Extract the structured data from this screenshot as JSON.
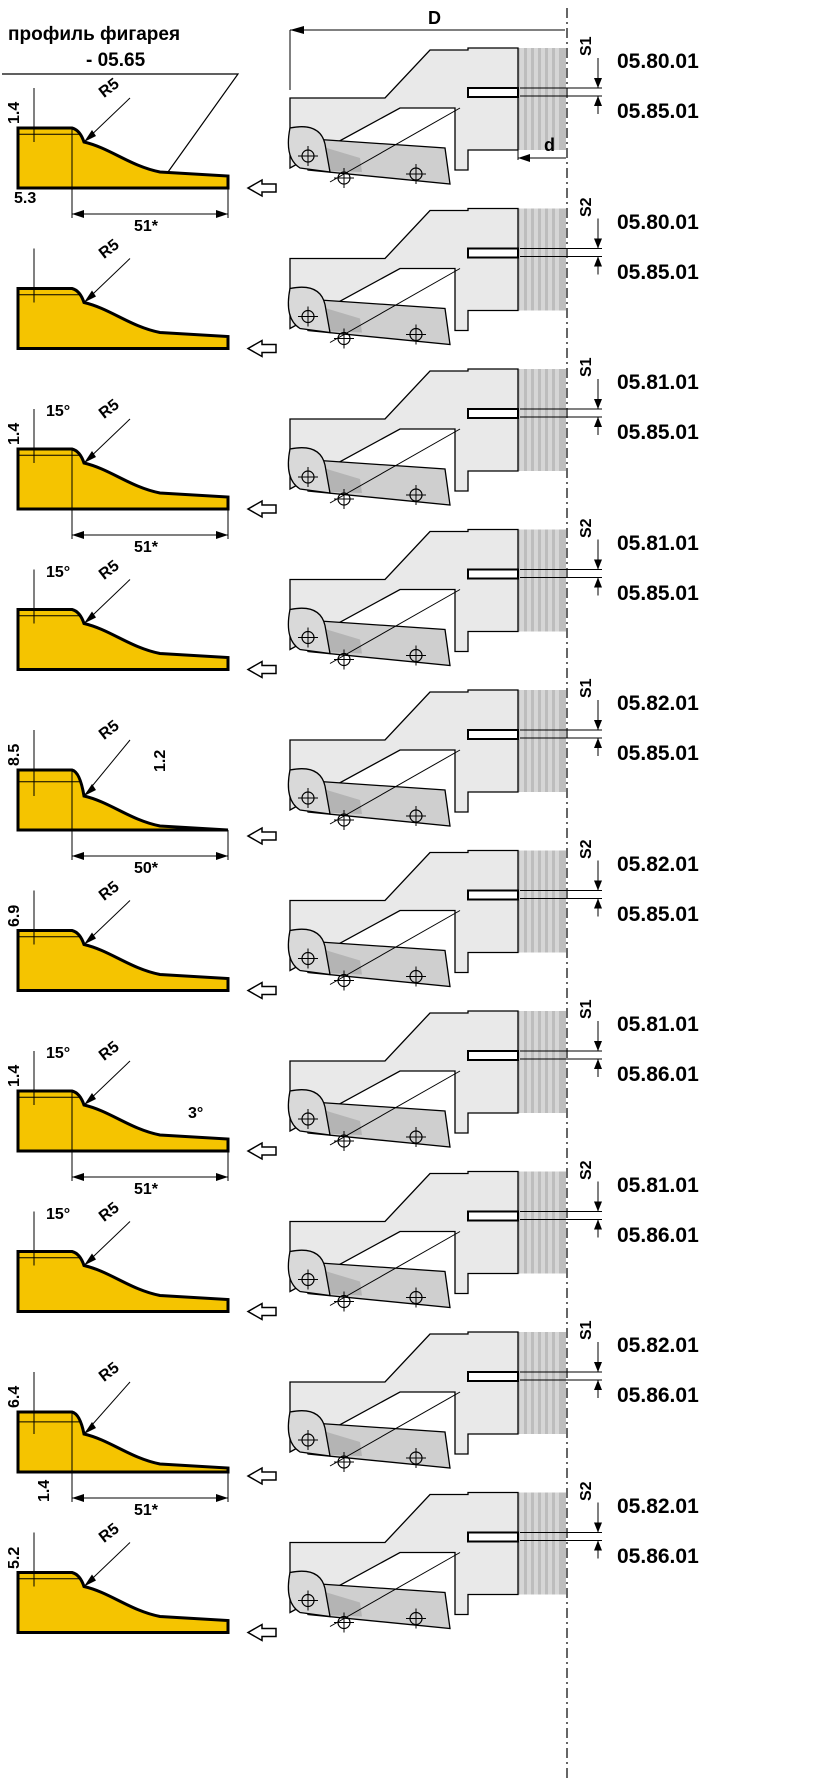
{
  "title": {
    "line1": "профиль фигарея",
    "line2": "- 05.65"
  },
  "global_labels": {
    "D": "D",
    "d": "d"
  },
  "colors": {
    "profile_fill": "#F5C400",
    "cutter_gray": "#cfcfcf",
    "cutter_dark": "#9a9a9a",
    "body_gray": "#bdbdbd",
    "ink": "#000000"
  },
  "rows": [
    {
      "shim": "S1",
      "code_top": "05.80.01",
      "code_bottom": "05.85.01",
      "dims": [
        {
          "t": "1.4",
          "v": true
        },
        {
          "t": "R5",
          "v": false
        },
        {
          "t": "5.3",
          "v": false
        },
        {
          "t": "51*",
          "v": false
        }
      ]
    },
    {
      "shim": "S2",
      "code_top": "05.80.01",
      "code_bottom": "05.85.01",
      "dims": [
        {
          "t": "R5",
          "v": false
        }
      ]
    },
    {
      "shim": "S1",
      "code_top": "05.81.01",
      "code_bottom": "05.85.01",
      "dims": [
        {
          "t": "1.4",
          "v": true
        },
        {
          "t": "15°",
          "v": false
        },
        {
          "t": "R5",
          "v": false
        },
        {
          "t": "51*",
          "v": false
        }
      ]
    },
    {
      "shim": "S2",
      "code_top": "05.81.01",
      "code_bottom": "05.85.01",
      "dims": [
        {
          "t": "15°",
          "v": false
        },
        {
          "t": "R5",
          "v": false
        }
      ]
    },
    {
      "shim": "S1",
      "code_top": "05.82.01",
      "code_bottom": "05.85.01",
      "dims": [
        {
          "t": "8.5",
          "v": true
        },
        {
          "t": "R5",
          "v": false
        },
        {
          "t": "1.2",
          "v": true
        },
        {
          "t": "50*",
          "v": false
        }
      ]
    },
    {
      "shim": "S2",
      "code_top": "05.82.01",
      "code_bottom": "05.85.01",
      "dims": [
        {
          "t": "6.9",
          "v": true
        },
        {
          "t": "R5",
          "v": false
        }
      ]
    },
    {
      "shim": "S1",
      "code_top": "05.81.01",
      "code_bottom": "05.86.01",
      "dims": [
        {
          "t": "15°",
          "v": false
        },
        {
          "t": "1.4",
          "v": true
        },
        {
          "t": "R5",
          "v": false
        },
        {
          "t": "3°",
          "v": false
        },
        {
          "t": "51*",
          "v": false
        }
      ]
    },
    {
      "shim": "S2",
      "code_top": "05.81.01",
      "code_bottom": "05.86.01",
      "dims": [
        {
          "t": "15°",
          "v": false
        },
        {
          "t": "R5",
          "v": false
        }
      ]
    },
    {
      "shim": "S1",
      "code_top": "05.82.01",
      "code_bottom": "05.86.01",
      "dims": [
        {
          "t": "6.4",
          "v": true
        },
        {
          "t": "R5",
          "v": false
        },
        {
          "t": "1.4",
          "v": true
        },
        {
          "t": "51*",
          "v": false
        }
      ]
    },
    {
      "shim": "S2",
      "code_top": "05.82.01",
      "code_bottom": "05.86.01",
      "dims": [
        {
          "t": "5.2",
          "v": true
        },
        {
          "t": "R5",
          "v": false
        }
      ]
    }
  ]
}
